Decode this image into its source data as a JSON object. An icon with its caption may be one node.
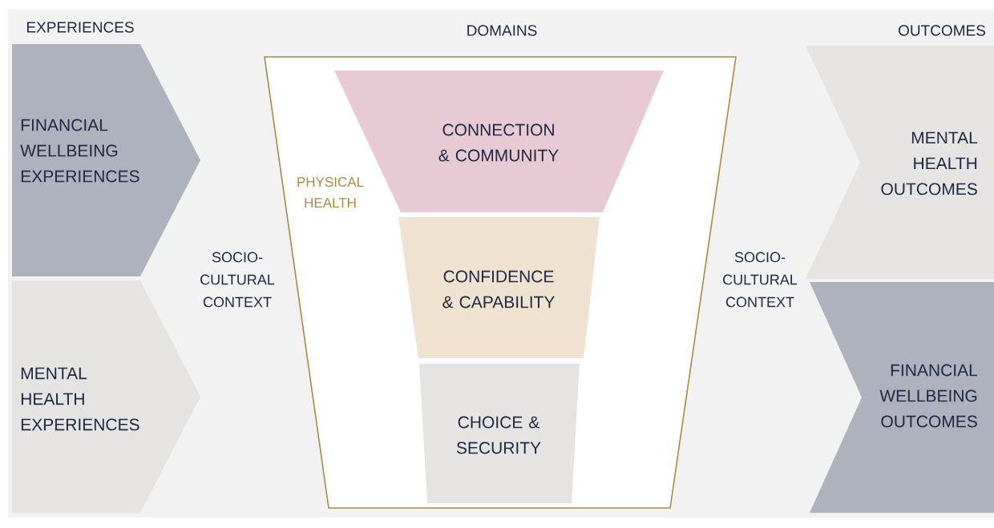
{
  "diagram": {
    "nodes": [
      {
        "text": [
          "FINANCIAL WELLBEING EXPERIENCES"
        ]
      },
      {
        "text": [
          "MENTAL HEALTH EXPERIENCES"
        ]
      },
      {
        "text": [
          "PHYSICAL HEALTH"
        ]
      },
      {
        "text": [
          "CONNECTION & COMMUNITY"
        ],
        "in": 2
      },
      {
        "text": [
          "CONFIDENCE & CAPABILITY"
        ],
        "in": 2
      },
      {
        "text": [
          "CHOICE & SECURITY"
        ],
        "in": 2
      },
      {
        "text": [
          "MENTAL HEALTH OUTCOMES"
        ]
      },
      {
        "text": [
          "FINANCIAL WELLBEING OUTCOMES"
        ]
      }
    ],
    "edges": [],
    "labels": [
      "EXPERIENCES",
      "DOMAINS",
      "OUTCOMES",
      "SOCIO-CULTURAL CONTEXT",
      "SOCIO-CULTURAL CONTEXT"
    ]
  }
}
